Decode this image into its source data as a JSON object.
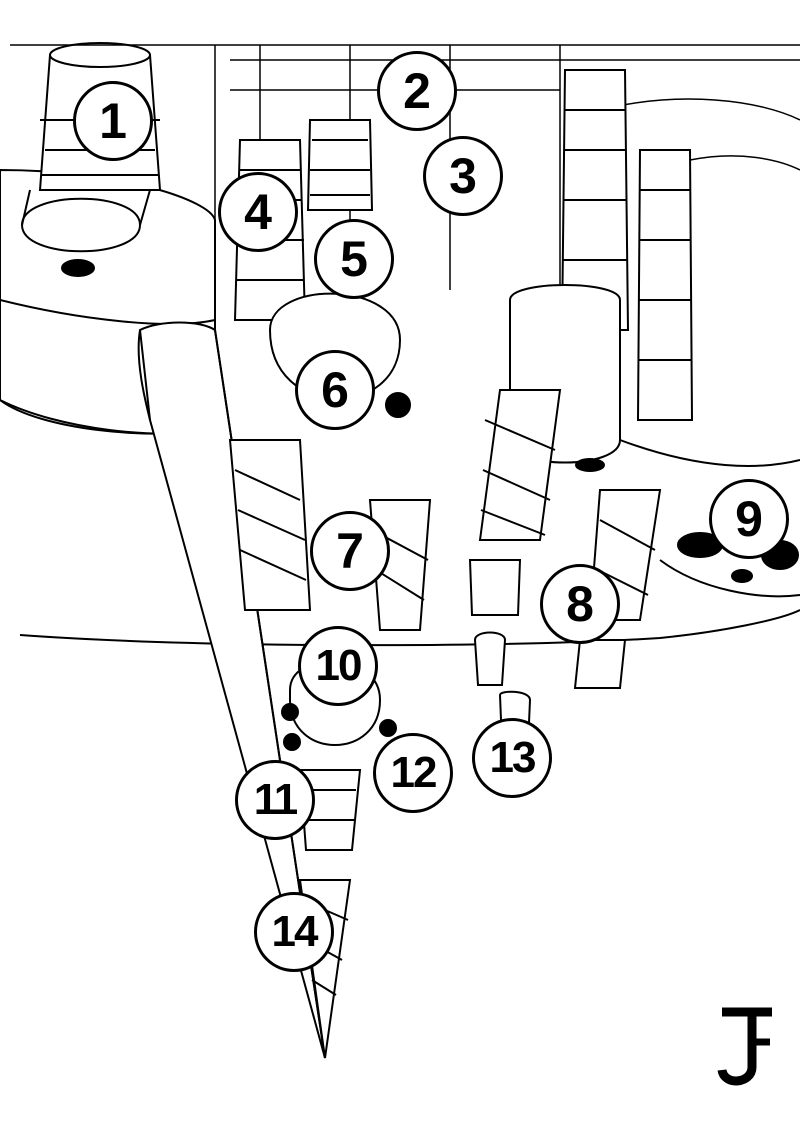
{
  "callouts": [
    {
      "id": "1",
      "label": "1"
    },
    {
      "id": "2",
      "label": "2"
    },
    {
      "id": "3",
      "label": "3"
    },
    {
      "id": "4",
      "label": "4"
    },
    {
      "id": "5",
      "label": "5"
    },
    {
      "id": "6",
      "label": "6"
    },
    {
      "id": "7",
      "label": "7"
    },
    {
      "id": "8",
      "label": "8"
    },
    {
      "id": "9",
      "label": "9"
    },
    {
      "id": "10",
      "label": "10"
    },
    {
      "id": "11",
      "label": "11"
    },
    {
      "id": "12",
      "label": "12"
    },
    {
      "id": "13",
      "label": "13"
    },
    {
      "id": "14",
      "label": "14"
    }
  ],
  "signature": {
    "text": "J",
    "icon": "artist-signature-icon"
  },
  "colors": {
    "ink": "#000000",
    "paper": "#ffffff"
  }
}
